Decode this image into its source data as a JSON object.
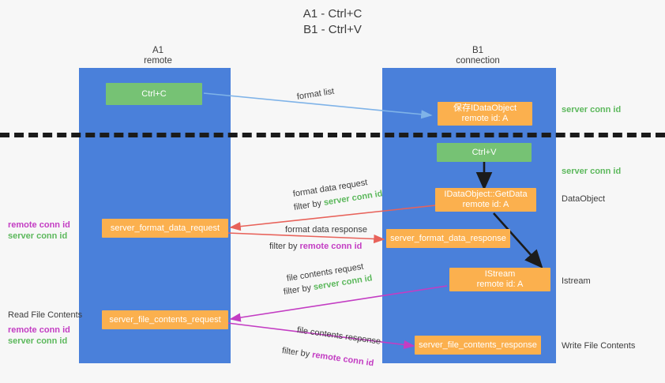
{
  "title": "A1 - Ctrl+C\nB1 - Ctrl+V",
  "colors": {
    "lane": "#4a80da",
    "green_node": "#76c274",
    "orange_node": "#fbb04e",
    "server_conn_id": "#5cb85c",
    "remote_conn_id": "#c33dc3",
    "arrow_blue": "#7fb3e8",
    "arrow_red": "#e8625a",
    "arrow_magenta": "#c33dc3",
    "arrow_black": "#1b1b1b",
    "background": "#f7f7f7"
  },
  "columns": [
    {
      "name": "A1",
      "sub": "remote"
    },
    {
      "name": "B1",
      "sub": "connection"
    }
  ],
  "nodes": {
    "ctrl_c": {
      "line1": "Ctrl+C",
      "line2": ""
    },
    "save_idataobject": {
      "line1": "保存IDataObject",
      "line2": "remote id: A"
    },
    "ctrl_v": {
      "line1": "Ctrl+V",
      "line2": ""
    },
    "getdata": {
      "line1": "IDataObject::GetData",
      "line2": "remote id: A"
    },
    "format_data_request": {
      "line1": "server_format_data_request",
      "line2": ""
    },
    "format_data_response": {
      "line1": "server_format_data_response",
      "line2": ""
    },
    "istream": {
      "line1": "IStream",
      "line2": "remote id: A"
    },
    "file_contents_request": {
      "line1": "server_file_contents_request",
      "line2": ""
    },
    "file_contents_response": {
      "line1": "server_file_contents_response",
      "line2": ""
    }
  },
  "edge_labels": {
    "format_list": "format list",
    "format_data_request": "format data request",
    "format_data_request_filter_prefix": "filter by ",
    "format_data_request_filter_value": "server conn id",
    "format_data_response": "format data response",
    "format_data_response_filter_prefix": "filter by ",
    "format_data_response_filter_value": "remote conn id",
    "file_contents_request": "file contents request",
    "file_contents_request_filter_prefix": "filter by ",
    "file_contents_request_filter_value": "server conn id",
    "file_contents_response": "file contents response",
    "file_contents_response_filter_prefix": "filter by ",
    "file_contents_response_filter_value": "remote conn id"
  },
  "right_labels": {
    "server_conn_id_1": "server conn id",
    "server_conn_id_2": "server conn id",
    "dataobject": "DataObject",
    "istream": "Istream",
    "write_file_contents": "Write File Contents"
  },
  "left_labels": {
    "conn_pair_1_remote": "remote conn id",
    "conn_pair_1_server": "server conn id",
    "read_file_contents": "Read File Contents",
    "conn_pair_2_remote": "remote conn id",
    "conn_pair_2_server": "server conn id"
  }
}
